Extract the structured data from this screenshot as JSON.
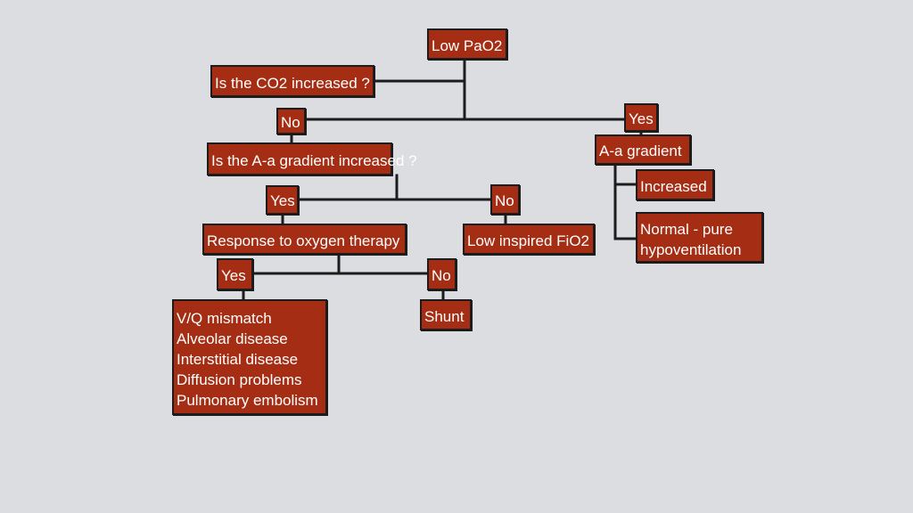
{
  "nodes": {
    "low_pao2": "Low PaO2",
    "co2_question": "Is the CO2 increased ?",
    "co2_no": "No",
    "co2_yes": "Yes",
    "aa_question": "Is the A-a gradient increased ?",
    "aa_gradient": "A-a gradient",
    "increased": "Increased",
    "normal_lines": [
      "Normal - pure",
      "hypoventilation"
    ],
    "aa_yes": "Yes",
    "aa_no": "No",
    "o2_question": "Response to oxygen therapy",
    "low_fio2": "Low inspired FiO2",
    "o2_yes": "Yes",
    "o2_no": "No",
    "shunt": "Shunt",
    "vq_causes": [
      "V/Q mismatch",
      "Alveolar disease",
      "Interstitial disease",
      "Diffusion problems",
      "Pulmonary embolism"
    ]
  },
  "colors": {
    "node_fill": "#a42d14",
    "node_border": "#1c1c1c",
    "node_text": "#ffffff",
    "connector": "#1c1c1c",
    "background": "#dcdde0"
  }
}
